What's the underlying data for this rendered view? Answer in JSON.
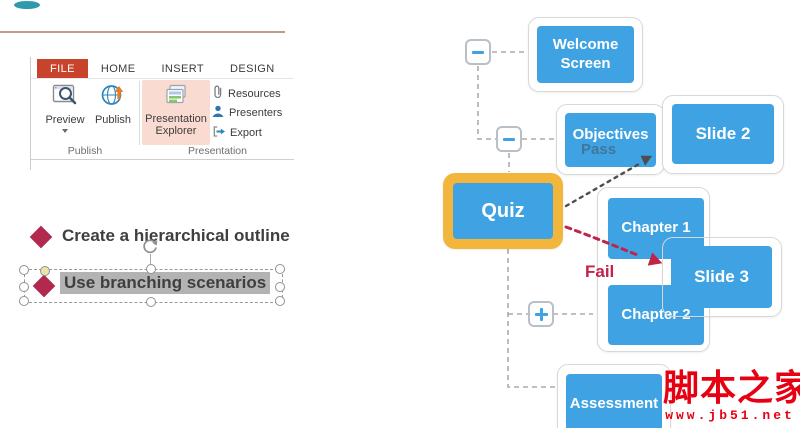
{
  "ribbon": {
    "tabs": [
      "FILE",
      "HOME",
      "INSERT",
      "DESIGN"
    ],
    "buttons": {
      "preview": "Preview",
      "publish": "Publish",
      "presentation_explorer": "Presentation\nExplorer",
      "resources": "Resources",
      "presenters": "Presenters",
      "export": "Export"
    },
    "group_labels": {
      "publish": "Publish",
      "presentation": "Presentation"
    },
    "colors": {
      "file_tab": "#C8432C",
      "explorer_highlight": "#FADBD2"
    }
  },
  "outline": {
    "items": [
      {
        "text": "Create a hierarchical outline",
        "selected": false
      },
      {
        "text": "Use branching scenarios",
        "selected": true
      }
    ],
    "bullet_color": "#B12A4D"
  },
  "flowchart": {
    "nodes": {
      "welcome": "Welcome\nScreen",
      "objectives": "Objectives",
      "slide2": "Slide 2",
      "quiz": "Quiz",
      "chapter1": "Chapter 1",
      "slide3": "Slide 3",
      "chapter2": "Chapter 2",
      "assessment": "Assessment"
    },
    "branch_labels": {
      "pass": "Pass",
      "fail": "Fail"
    },
    "colors": {
      "node_blue": "#3FA3E3",
      "selected_border": "#F2B63C",
      "fail_red": "#C2234B",
      "connector_gray": "#ABABAB"
    }
  },
  "watermark": {
    "title": "脚本之家",
    "url": "www.jb51.net"
  }
}
